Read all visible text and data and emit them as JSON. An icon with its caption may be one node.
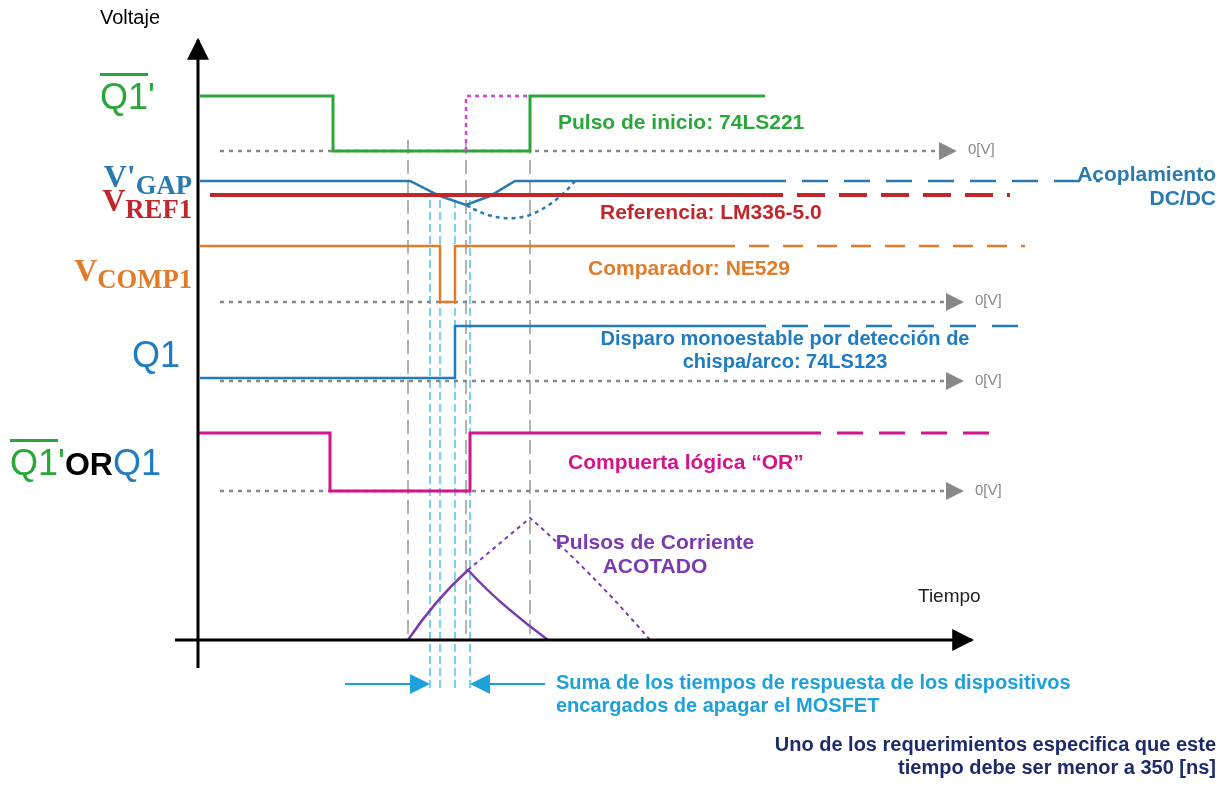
{
  "diagram": {
    "labels": [
      "Voltaje",
      "Q1'",
      "Pulso de inicio: 74LS221",
      "0[V]",
      "V'$_{GAP}$",
      "V$_{REF1}$",
      "Acoplamiento DC/DC",
      "Referencia: LM336-5.0",
      "V$_{COMP1}$",
      "Comparador: NE529",
      "0[V]",
      "Q1",
      "Disparo monoestable por detección de chispa/arco: 74LS123",
      "0[V]",
      "Q1'",
      "OR",
      "Q1",
      "Compuerta lógica “OR”",
      "0[V]",
      "Pulsos de Corriente ACOTADO",
      "Tiempo",
      "Suma de los tiempos de respuesta de los dispositivos encargados de apagar el MOSFET",
      "Uno de los requerimientos especifica que este tiempo debe ser menor a 350 [ns]"
    ]
  }
}
